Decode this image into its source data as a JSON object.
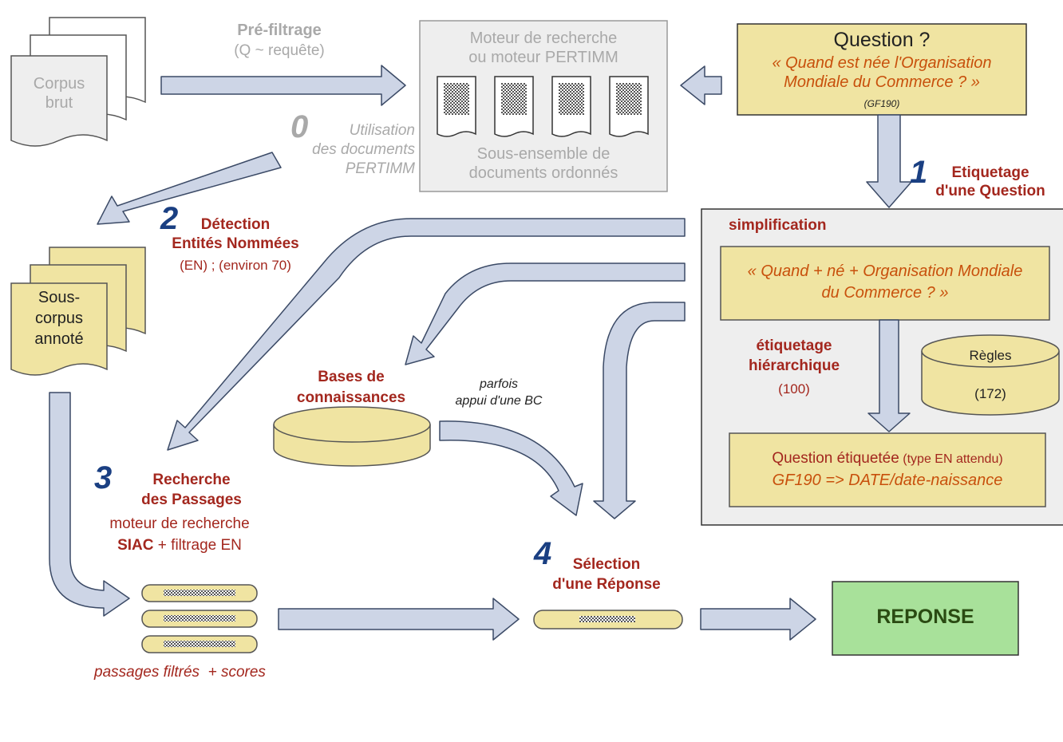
{
  "colors": {
    "arrow_fill": "#cdd5e6",
    "arrow_stroke": "#3b4a66",
    "yellow_fill": "#f0e4a2",
    "gray_box": "#eeeeee",
    "green_fill": "#a8e19a",
    "number_blue": "#1a3f82",
    "label_red": "#a3271e",
    "italic_orange": "#c8500c"
  },
  "corpus": {
    "label": "Corpus\nbrut"
  },
  "prefilter": {
    "title": "Pré-filtrage",
    "subtitle": "(Q ~ requête)"
  },
  "search_engine": {
    "top_label": "Moteur de recherche\nou moteur PERTIMM",
    "bottom_label": "Sous-ensemble de\ndocuments ordonnés"
  },
  "question": {
    "title": "Question ?",
    "text": "« Quand est née l'Organisation\nMondiale du Commerce ? »",
    "id": "(GF190)"
  },
  "step0": {
    "number": "0",
    "label": "Utilisation\ndes documents\nPERTIMM"
  },
  "step1": {
    "number": "1",
    "label": "Etiquetage\nd'une Question"
  },
  "step2": {
    "number": "2",
    "label": "Détection\nEntités Nommées",
    "detail": "(EN) ; (environ 70)"
  },
  "step3": {
    "number": "3",
    "label": "Recherche\ndes Passages",
    "detail1": "moteur de recherche",
    "detail2_bold": "SIAC",
    "detail2_rest": " + filtrage EN"
  },
  "step4": {
    "number": "4",
    "label": "Sélection\nd'une Réponse"
  },
  "subcorpus": {
    "label": "Sous-\ncorpus\nannoté"
  },
  "simplification": {
    "heading": "simplification",
    "text": "« Quand + né + Organisation Mondiale\ndu Commerce ? »"
  },
  "hier_tagging": {
    "heading": "étiquetage\nhiérarchique",
    "count": "(100)"
  },
  "rules": {
    "label": "Règles",
    "count": "(172)"
  },
  "tagged_question": {
    "line1_main": "Question étiquetée",
    "line1_paren": " (type EN attendu)",
    "line2": "GF190 => DATE/date-naissance"
  },
  "knowledge_base": {
    "label": "Bases de\nconnaissances",
    "note": "parfois\nappui d'une BC"
  },
  "passages": {
    "caption": "passages filtrés  + scores"
  },
  "answer": {
    "label": "REPONSE"
  }
}
